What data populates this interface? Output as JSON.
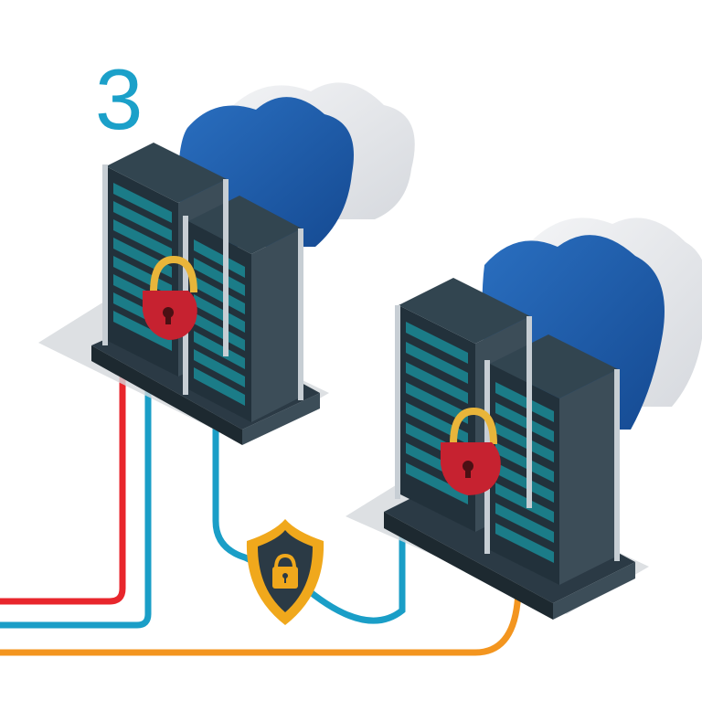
{
  "step": {
    "number": "3"
  },
  "colors": {
    "accent": "#1ba0c9",
    "cable_red": "#e8262c",
    "cable_blue": "#1a9ec7",
    "cable_orange": "#f3951f",
    "cloud_blue": "#1e5aa8",
    "rack_dark": "#2b3a45",
    "rack_side": "#3c4d58",
    "slot_teal": "#1b7c88",
    "padlock_red": "#c62230",
    "shield_gold": "#f0a81c"
  },
  "illustration": {
    "server_clusters": 2,
    "racks_per_cluster": 2,
    "padlocks": 2,
    "clouds": 2,
    "shields": 1,
    "cables": [
      "red",
      "blue",
      "blue",
      "orange"
    ]
  }
}
